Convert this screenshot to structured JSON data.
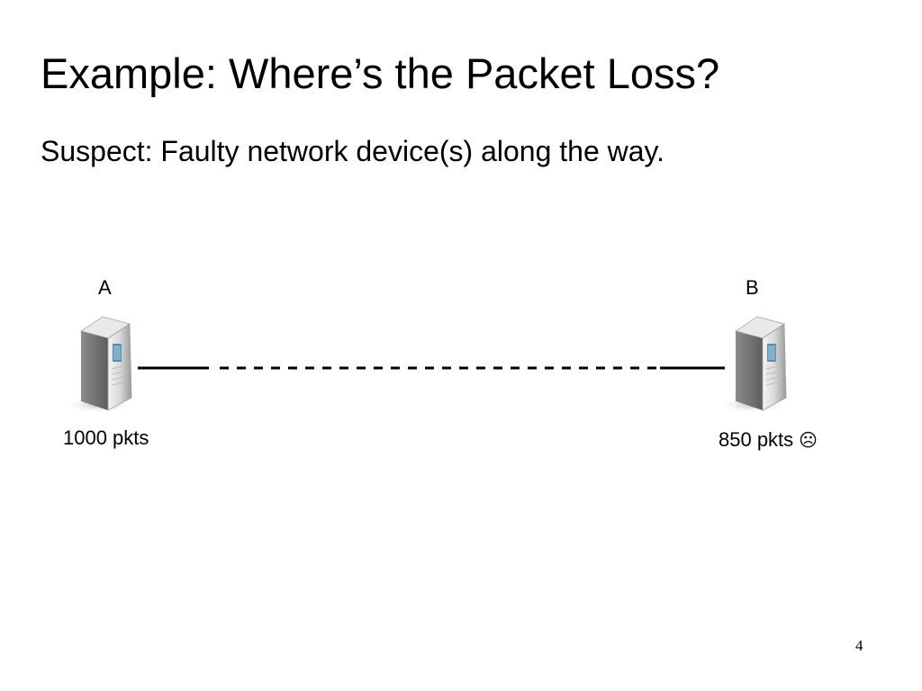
{
  "slide": {
    "title": "Example: Where’s the Packet Loss?",
    "subtitle": "Suspect: Faulty network device(s) along the way.",
    "page_number": "4"
  },
  "hosts": [
    {
      "label": "A",
      "packet_count": "1000 pkts",
      "emoticon": ""
    },
    {
      "label": "B",
      "packet_count": "850 pkts",
      "emoticon": "☹"
    }
  ],
  "icons": {
    "host_a": "server-tower-icon",
    "host_b": "server-tower-icon",
    "sad_face": "frowning-face-icon"
  },
  "link": {
    "style": "solid ends with dashed middle",
    "color": "#000000"
  }
}
